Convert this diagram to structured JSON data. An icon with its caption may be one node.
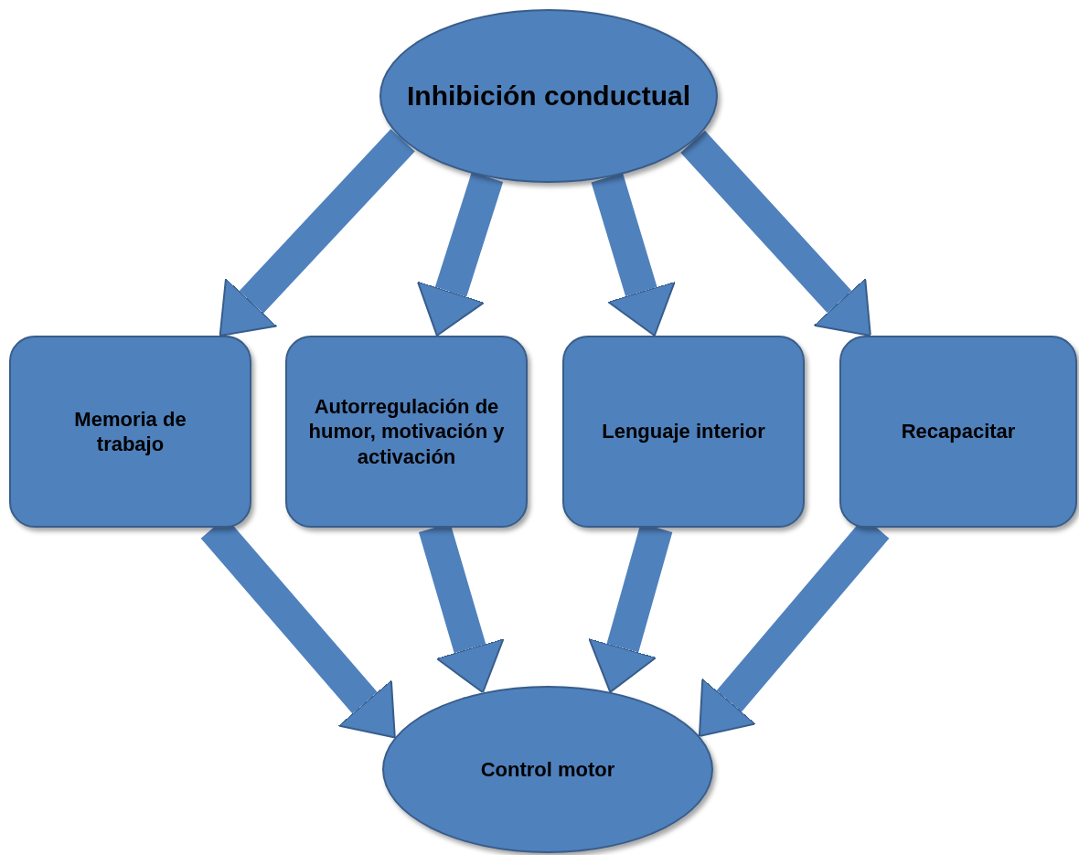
{
  "diagram": {
    "nodes": [
      {
        "text": [
          "Inhibición conductual"
        ]
      },
      {
        "text": [
          "Memoria de trabajo"
        ]
      },
      {
        "text": [
          "Autorregulación de humor, motivación y activación"
        ]
      },
      {
        "text": [
          "Lenguaje interior"
        ]
      },
      {
        "text": [
          "Recapacitar"
        ]
      },
      {
        "text": [
          "Control motor"
        ]
      }
    ],
    "edges": [
      {
        "from": 0,
        "to": 1,
        "arrow": "to"
      },
      {
        "from": 0,
        "to": 2,
        "arrow": "to"
      },
      {
        "from": 0,
        "to": 3,
        "arrow": "to"
      },
      {
        "from": 0,
        "to": 4,
        "arrow": "to"
      },
      {
        "from": 1,
        "to": 5,
        "arrow": "to"
      },
      {
        "from": 2,
        "to": 5,
        "arrow": "to"
      },
      {
        "from": 3,
        "to": 5,
        "arrow": "to"
      },
      {
        "from": 4,
        "to": 5,
        "arrow": "to"
      }
    ]
  }
}
